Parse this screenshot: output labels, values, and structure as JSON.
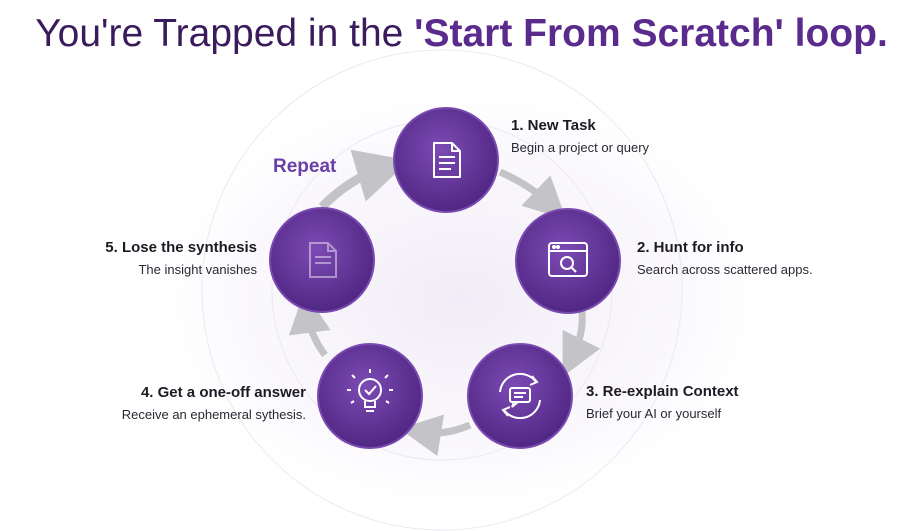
{
  "title": {
    "prefix": "You're Trapped in the ",
    "highlight": "'Start From Scratch' loop."
  },
  "repeat_label": "Repeat",
  "steps": [
    {
      "heading": "1. New Task",
      "desc": "Begin a project or query",
      "icon": "document-icon"
    },
    {
      "heading": "2. Hunt for info",
      "desc": "Search across scattered apps.",
      "icon": "browser-search-icon"
    },
    {
      "heading": "3. Re-explain Context",
      "desc": "Brief your AI or yourself",
      "icon": "refresh-chat-icon"
    },
    {
      "heading": "4. Get a one-off answer",
      "desc": "Receive an ephemeral sythesis.",
      "icon": "lightbulb-icon"
    },
    {
      "heading": "5. Lose the synthesis",
      "desc": "The insight vanishes",
      "icon": "fading-document-icon"
    }
  ],
  "colors": {
    "node": "#5b2e8f",
    "node_edge": "#7a4ab0",
    "arrow": "#c4c4c8",
    "accent": "#6a3fa8"
  }
}
